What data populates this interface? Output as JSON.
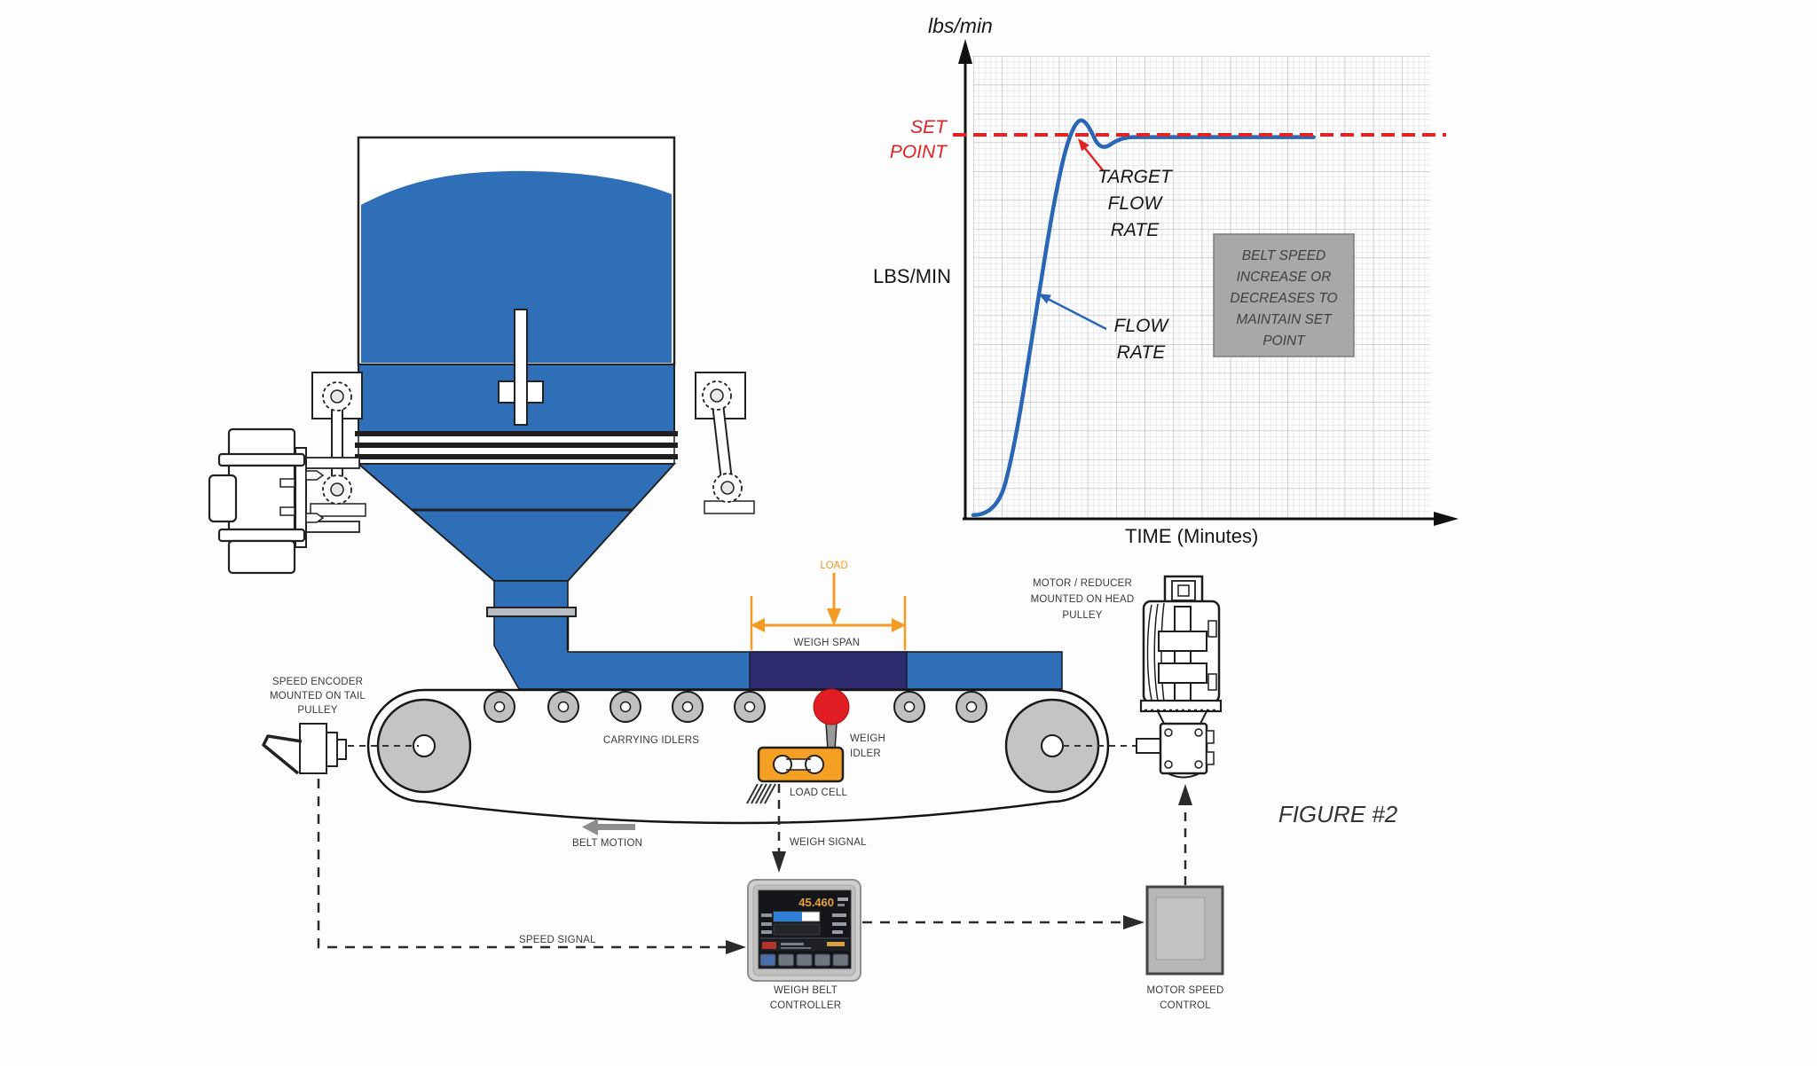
{
  "figure_caption": "FIGURE #2",
  "chart_data": {
    "type": "line",
    "title": "",
    "y_axis_unit_top": "lbs/min",
    "y_axis_label": "LBS/MIN",
    "x_axis_label": "TIME (Minutes)",
    "x_range_minutes": [
      0,
      10
    ],
    "y_range_pct_of_setpoint": [
      0,
      135
    ],
    "grid": true,
    "legend_position": "none",
    "set_point": {
      "label_lines": [
        "SET",
        "POINT"
      ],
      "value_pct_of_setpoint": 100,
      "color": "#e02425",
      "style": "dashed"
    },
    "series": [
      {
        "name": "FLOW RATE",
        "color": "#2a66b5",
        "x_minutes": [
          0,
          0.52,
          0.9,
          1.3,
          1.7,
          1.95,
          2.12,
          2.28,
          2.42,
          2.58,
          2.72,
          2.9,
          3.1,
          3.35,
          3.7,
          7.45
        ],
        "y_pct_of_setpoint": [
          0.5,
          0.5,
          18,
          48,
          78,
          93,
          100,
          103.6,
          103.9,
          101,
          97.3,
          96.6,
          98.3,
          99.4,
          99.4,
          99.4
        ]
      }
    ],
    "annotations": {
      "target_flow_rate_lines": [
        "TARGET",
        "FLOW",
        "RATE"
      ],
      "flow_rate_lines": [
        "FLOW",
        "RATE"
      ],
      "note_box_lines": [
        "BELT SPEED",
        "INCREASE OR",
        "DECREASES TO",
        "MAINTAIN SET",
        "POINT"
      ]
    }
  },
  "labels": {
    "speed_encoder": [
      "SPEED ENCODER",
      "MOUNTED ON TAIL",
      "PULLEY"
    ],
    "carrying_idlers": "CARRYING IDLERS",
    "weigh_idler": [
      "WEIGH",
      "IDLER"
    ],
    "load_cell": "LOAD CELL",
    "load": "LOAD",
    "weigh_span": "WEIGH SPAN",
    "belt_motion": "BELT MOTION",
    "weigh_signal": "WEIGH SIGNAL",
    "speed_signal": "SPEED SIGNAL",
    "motor_reducer": [
      "MOTOR / REDUCER",
      "MOUNTED ON HEAD",
      "PULLEY"
    ],
    "weigh_belt_controller": [
      "WEIGH BELT",
      "CONTROLLER"
    ],
    "motor_speed_control": [
      "MOTOR SPEED",
      "CONTROL"
    ]
  },
  "controller": {
    "display_value": "45.460"
  },
  "colors": {
    "material_blue": "#2e6fb7",
    "weigh_span_navy": "#2e2a6e",
    "set_point_red": "#e02425",
    "flow_curve_blue": "#2a66b5",
    "annotation_orange": "#f59a23",
    "idler_gray": "#c0c0c0",
    "note_box_gray": "#a8a8a8",
    "display_value_amber": "#e8a33c"
  }
}
